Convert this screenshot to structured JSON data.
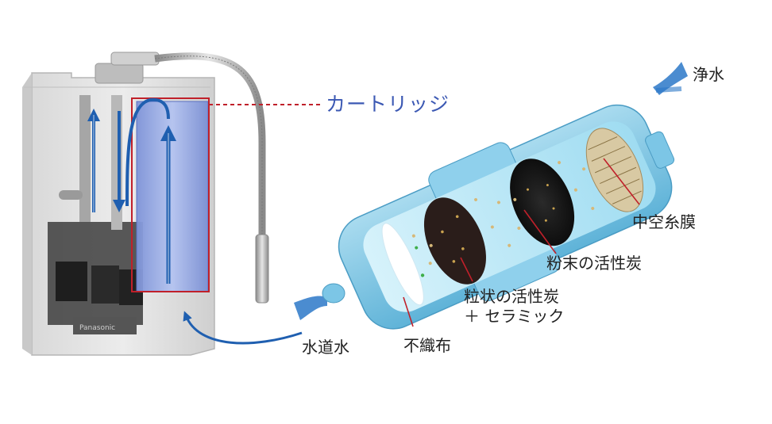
{
  "labels": {
    "cartridge": "カートリッジ",
    "pure_water": "浄水",
    "hollow_fiber": "中空糸膜",
    "powder_carbon": "粉末の活性炭",
    "granular_carbon_line1": "粒状の活性炭",
    "granular_carbon_line2": "＋ セラミック",
    "tap_water": "水道水",
    "nonwoven": "不織布"
  },
  "device": {
    "brand_mark": "Panasonic"
  },
  "colors": {
    "cartridge_label": "#3b58b3",
    "highlight_box": "#c0202a",
    "flow_arrow": "#1f5fb0",
    "filter_shell": "#8cc9e4",
    "filter_interior": "#c8ecf8"
  },
  "icons": [
    "up-arrow-icon",
    "down-arrow-icon",
    "curved-arrow-icon",
    "water-stream-icon"
  ]
}
